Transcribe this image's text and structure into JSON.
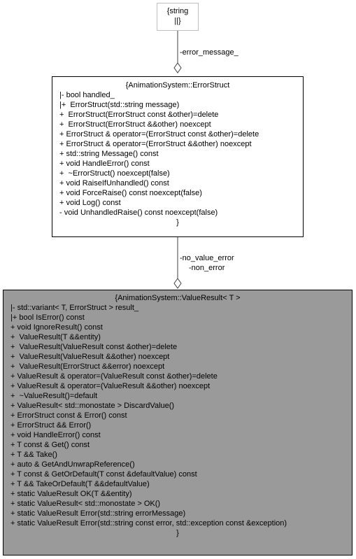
{
  "string_node": {
    "title_line1": "{string",
    "title_line2": "||}"
  },
  "error_struct": {
    "title": "{AnimationSystem::ErrorStruct",
    "members": [
      "|- bool handled_",
      "|+  ErrorStruct(std::string message)",
      "+  ErrorStruct(ErrorStruct const &other)=delete",
      "+  ErrorStruct(ErrorStruct &&other) noexcept",
      "+ ErrorStruct & operator=(ErrorStruct const &other)=delete",
      "+ ErrorStruct & operator=(ErrorStruct &&other) noexcept",
      "+ std::string Message() const",
      "+ void HandleError() const",
      "+  ~ErrorStruct() noexcept(false)",
      "+ void RaiseIfUnhandled() const",
      "+ void ForceRaise() const noexcept(false)",
      "+ void Log() const",
      "- void UnhandledRaise() const noexcept(false)"
    ],
    "close": "}"
  },
  "value_result": {
    "title": "{AnimationSystem::ValueResult< T >",
    "members": [
      "|- std::variant< T, ErrorStruct > result_",
      "|+ bool IsError() const",
      "+ void IgnoreResult() const",
      "+  ValueResult(T &&entity)",
      "+  ValueResult(ValueResult const &other)=delete",
      "+  ValueResult(ValueResult &&other) noexcept",
      "+  ValueResult(ErrorStruct &&error) noexcept",
      "+ ValueResult & operator=(ValueResult const &other)=delete",
      "+ ValueResult & operator=(ValueResult &&other) noexcept",
      "+  ~ValueResult()=default",
      "+ ValueResult< std::monostate > DiscardValue()",
      "+ ErrorStruct const & Error() const",
      "+ ErrorStruct && Error()",
      "+ void HandleError() const",
      "+ T const & Get() const",
      "+ T && Take()",
      "+ auto & GetAndUnwrapReference()",
      "+ T const & GetOrDefault(T const &defaultValue) const",
      "+ T && TakeOrDefault(T &&defaultValue)",
      "+ static ValueResult OK(T &&entity)",
      "+ static ValueResult< std::monostate > OK()",
      "+ static ValueResult Error(std::string errorMessage)",
      "+ static ValueResult Error(std::string const error, std::exception const &exception)"
    ],
    "close": "}"
  },
  "edges": {
    "error_message_label": "-error_message_",
    "no_value_error_label": "-no_value_error",
    "non_error_label": "-non_error"
  },
  "colors": {
    "value_result_fill": "#9a9a9a",
    "string_border": "#bfbfbf",
    "line": "#404040"
  }
}
